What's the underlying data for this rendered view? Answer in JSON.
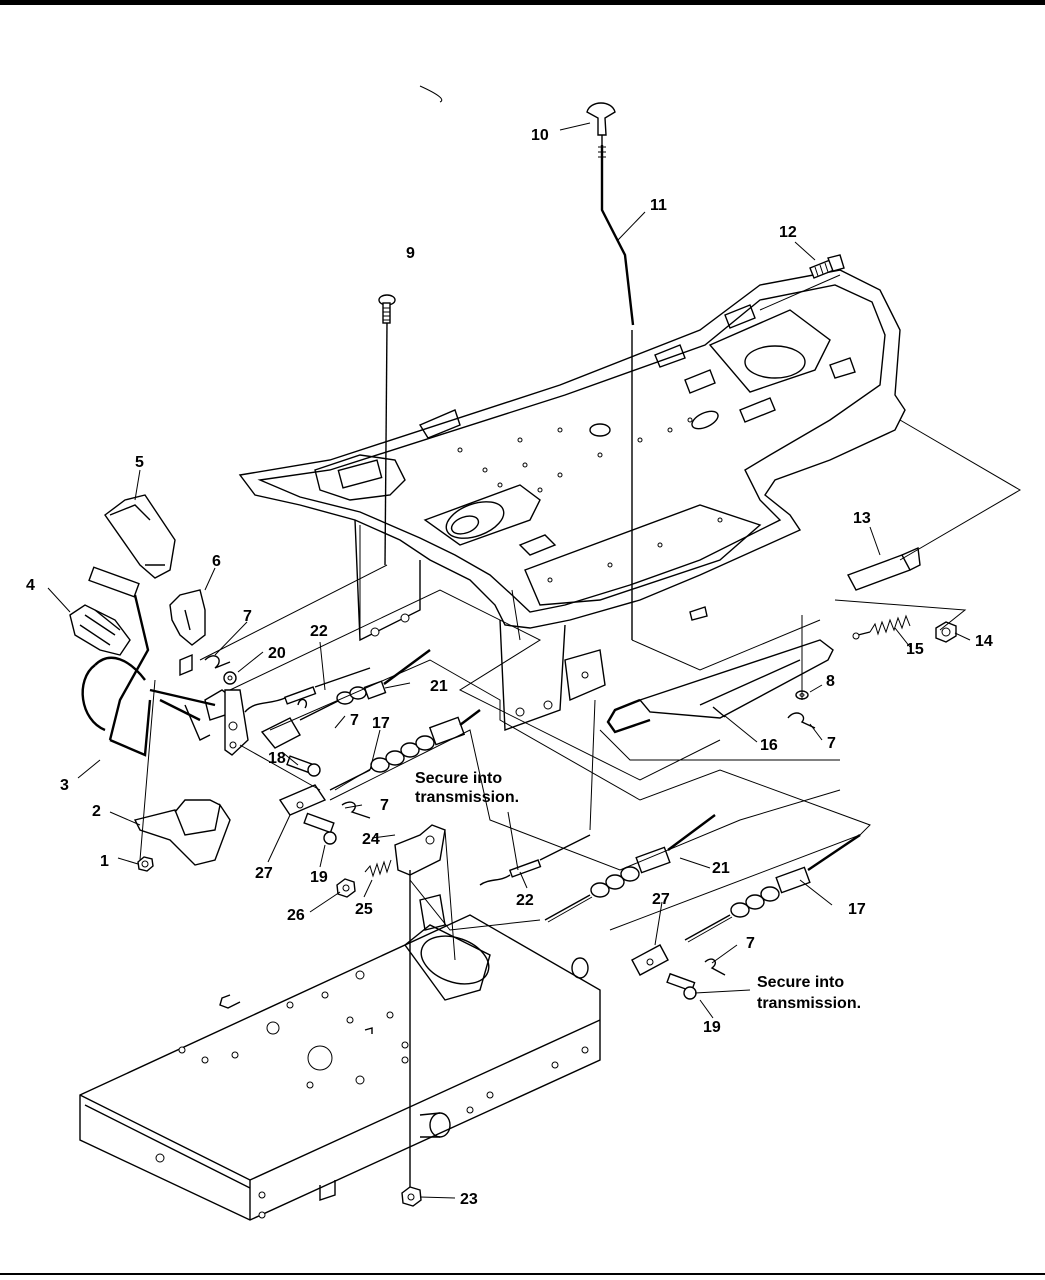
{
  "callouts": {
    "c1": "1",
    "c2": "2",
    "c3": "3",
    "c4": "4",
    "c5": "5",
    "c6": "6",
    "c7a": "7",
    "c7b": "7",
    "c7c": "7",
    "c7d": "7",
    "c7e": "7",
    "c8": "8",
    "c9": "9",
    "c10": "10",
    "c11": "11",
    "c12": "12",
    "c13": "13",
    "c14": "14",
    "c15": "15",
    "c16": "16",
    "c17a": "17",
    "c17b": "17",
    "c18": "18",
    "c19a": "19",
    "c19b": "19",
    "c20": "20",
    "c21a": "21",
    "c21b": "21",
    "c22a": "22",
    "c22b": "22",
    "c23": "23",
    "c24": "24",
    "c25": "25",
    "c26": "26",
    "c27a": "27",
    "c27b": "27"
  },
  "notes": {
    "left_line1": "Secure into",
    "left_line2": "transmission.",
    "right_line1": "Secure into",
    "right_line2": "transmission."
  }
}
